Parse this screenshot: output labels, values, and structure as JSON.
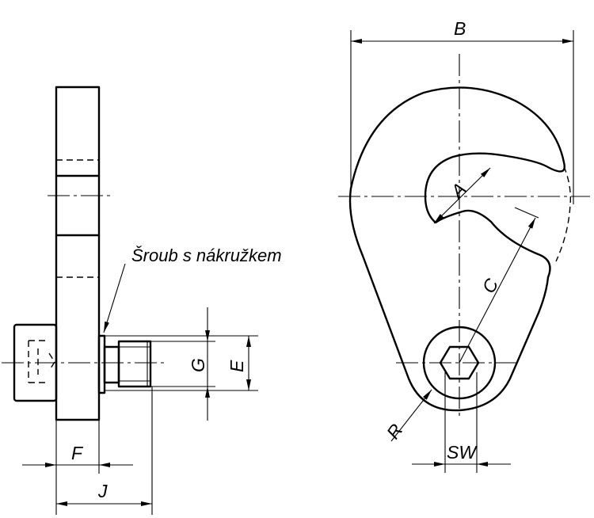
{
  "labels": {
    "note": "Šroub s nákružkem",
    "A": "A",
    "B": "B",
    "C": "C",
    "E": "E",
    "F": "F",
    "G": "G",
    "J": "J",
    "R": "R",
    "SW": "SW"
  }
}
